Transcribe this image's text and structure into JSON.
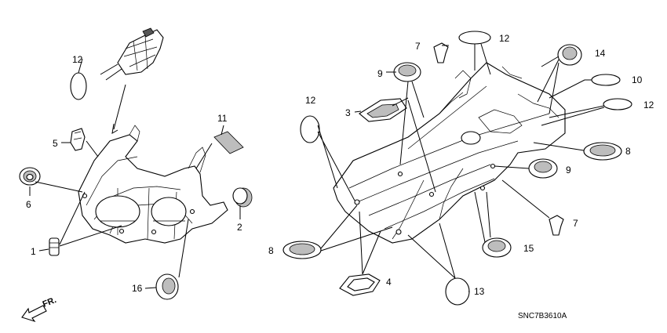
{
  "diagram": {
    "code": "SNC7B3610A",
    "direction_label": "FR.",
    "callouts": {
      "c1": "1",
      "c2": "2",
      "c3": "3",
      "c4": "4",
      "c5": "5",
      "c6": "6",
      "c7a": "7",
      "c7b": "7",
      "c8a": "8",
      "c8b": "8",
      "c9a": "9",
      "c9b": "9",
      "c10": "10",
      "c11": "11",
      "c12a": "12",
      "c12b": "12",
      "c12c": "12",
      "c12d": "12",
      "c13": "13",
      "c14": "14",
      "c15": "15",
      "c16": "16"
    }
  }
}
